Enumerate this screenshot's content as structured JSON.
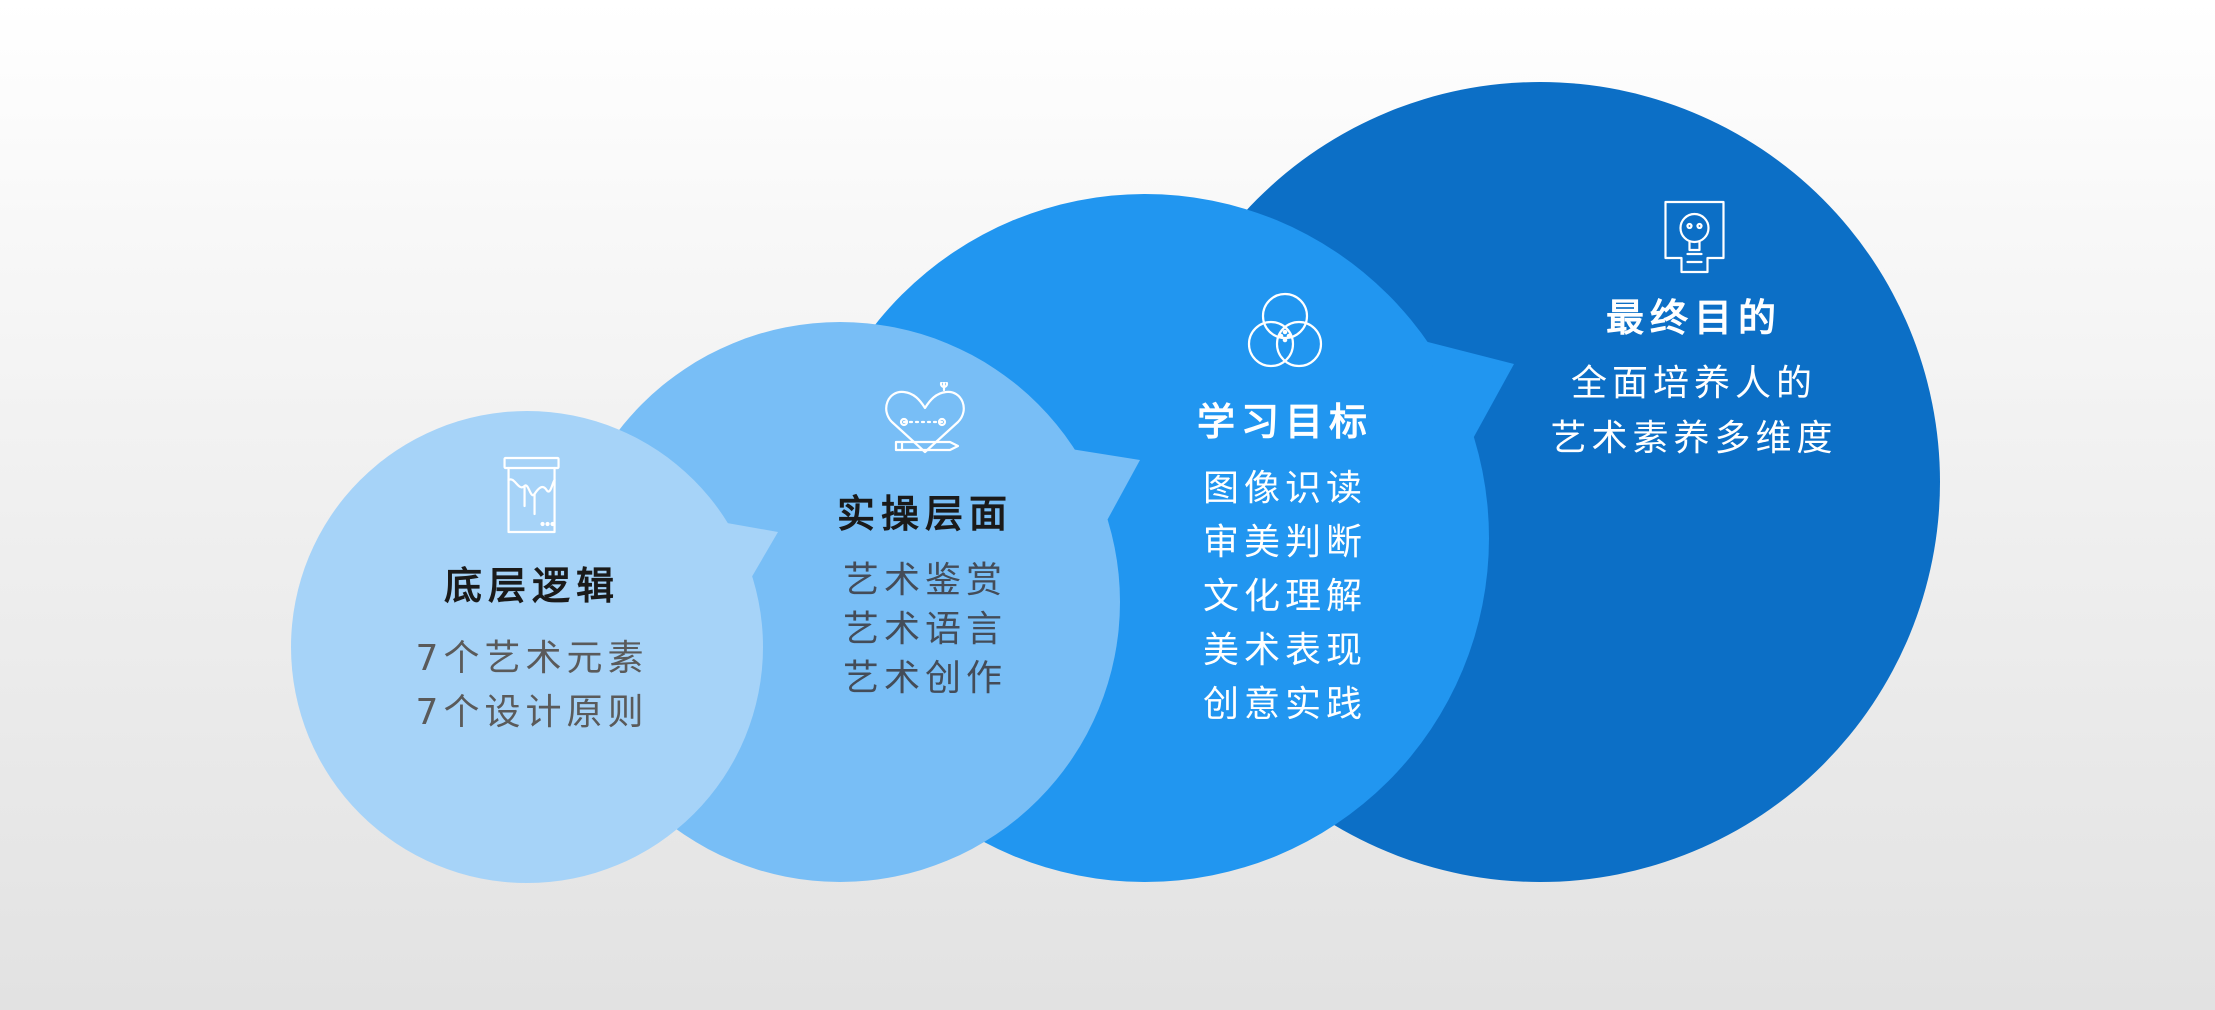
{
  "colors": {
    "circle_1": "#a6d3f8",
    "circle_2": "#78bef6",
    "circle_3": "#2196f0",
    "circle_4": "#0c6fc6"
  },
  "stages": [
    {
      "icon": "paint-bucket-icon",
      "title": "底层逻辑",
      "lines": [
        "7个艺术元素",
        "7个设计原则"
      ]
    },
    {
      "icon": "heart-pencil-icon",
      "title": "实操层面",
      "lines": [
        "艺术鉴赏",
        "艺术语言",
        "艺术创作"
      ]
    },
    {
      "icon": "venn-circles-icon",
      "title": "学习目标",
      "lines": [
        "图像识读",
        "审美判断",
        "文化理解",
        "美术表现",
        "创意实践"
      ]
    },
    {
      "icon": "head-idea-icon",
      "title": "最终目的",
      "lines": [
        "全面培养人的",
        "艺术素养多维度"
      ]
    }
  ]
}
